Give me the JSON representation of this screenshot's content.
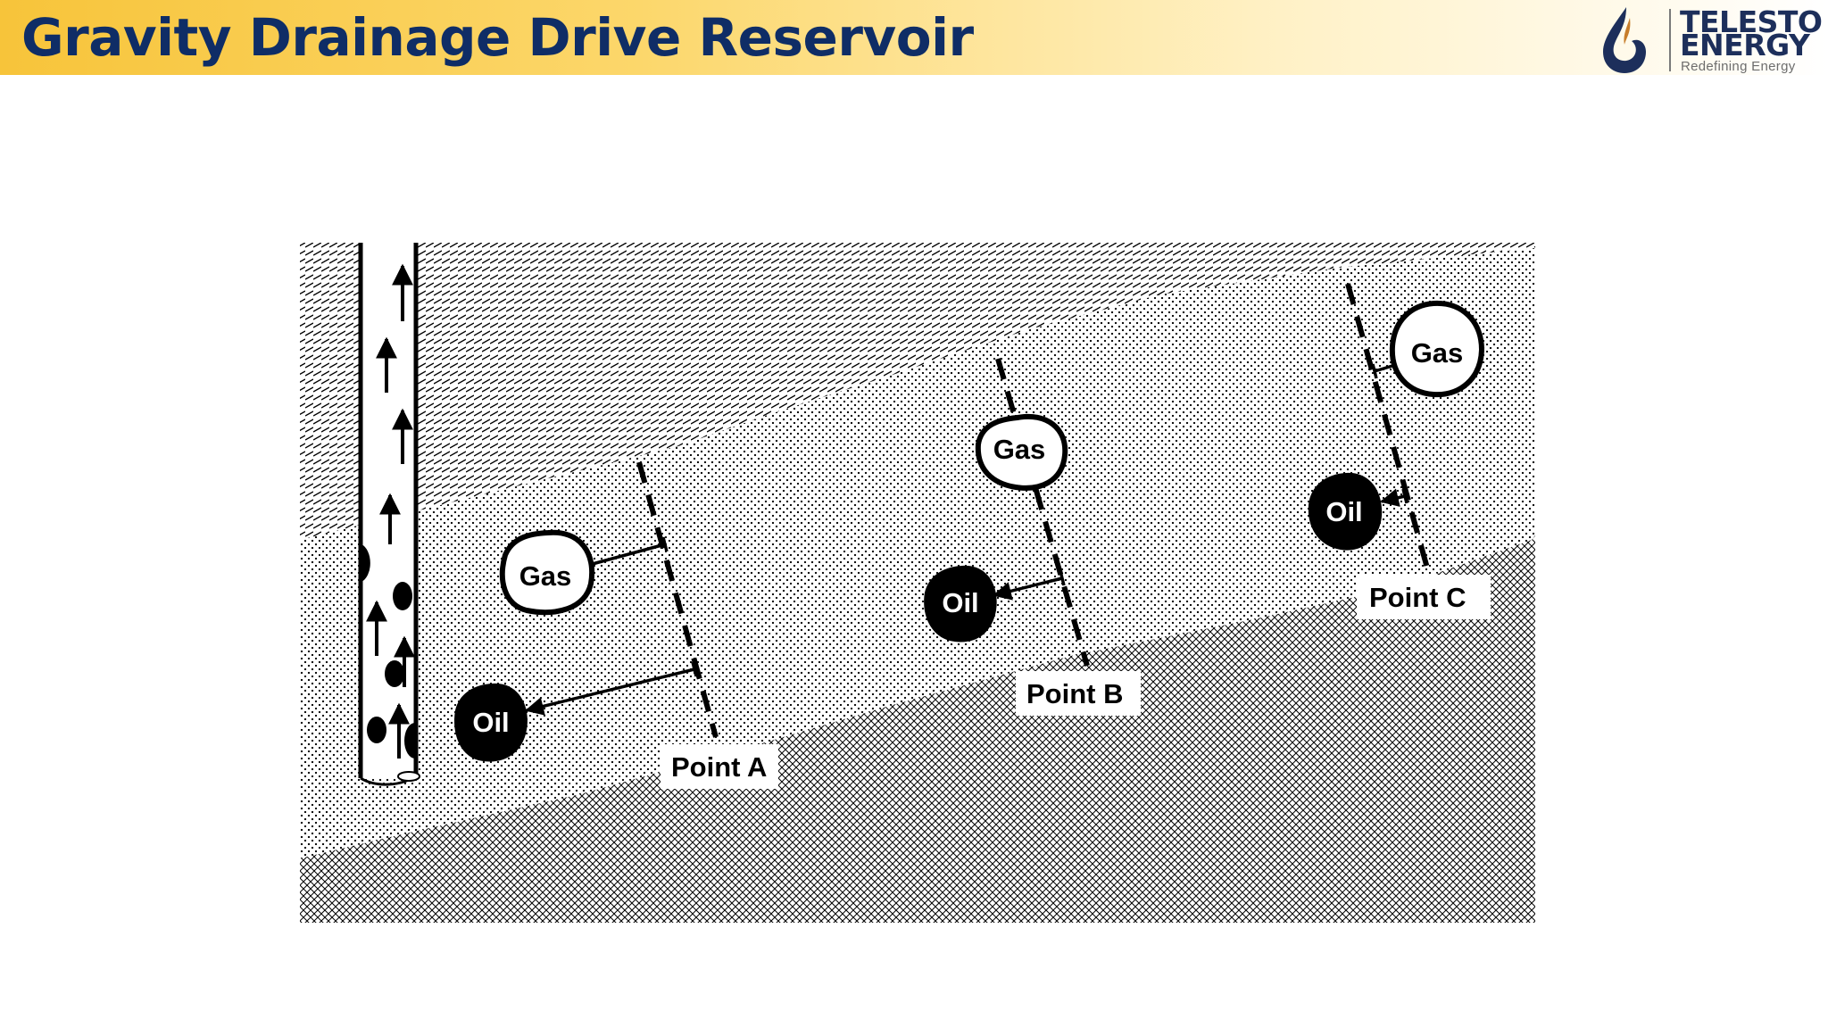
{
  "header": {
    "title": "Gravity Drainage Drive Reservoir",
    "logo": {
      "line1": "TELESTO",
      "line2": "ENERGY",
      "tagline": "Redefining Energy",
      "icon": "oil-drop-flame-icon"
    }
  },
  "diagram": {
    "points": [
      {
        "label": "Point A",
        "gas_label": "Gas",
        "oil_label": "Oil"
      },
      {
        "label": "Point B",
        "gas_label": "Gas",
        "oil_label": "Oil"
      },
      {
        "label": "Point C",
        "gas_label": "Gas",
        "oil_label": "Oil"
      }
    ],
    "zones": [
      "gas-cap",
      "oil-zone",
      "water-zone"
    ],
    "well_flow_direction": "up",
    "colors": {
      "title": "#0f2d66",
      "banner_start": "#f7c43a",
      "ink": "#000000",
      "paper": "#ffffff"
    }
  }
}
